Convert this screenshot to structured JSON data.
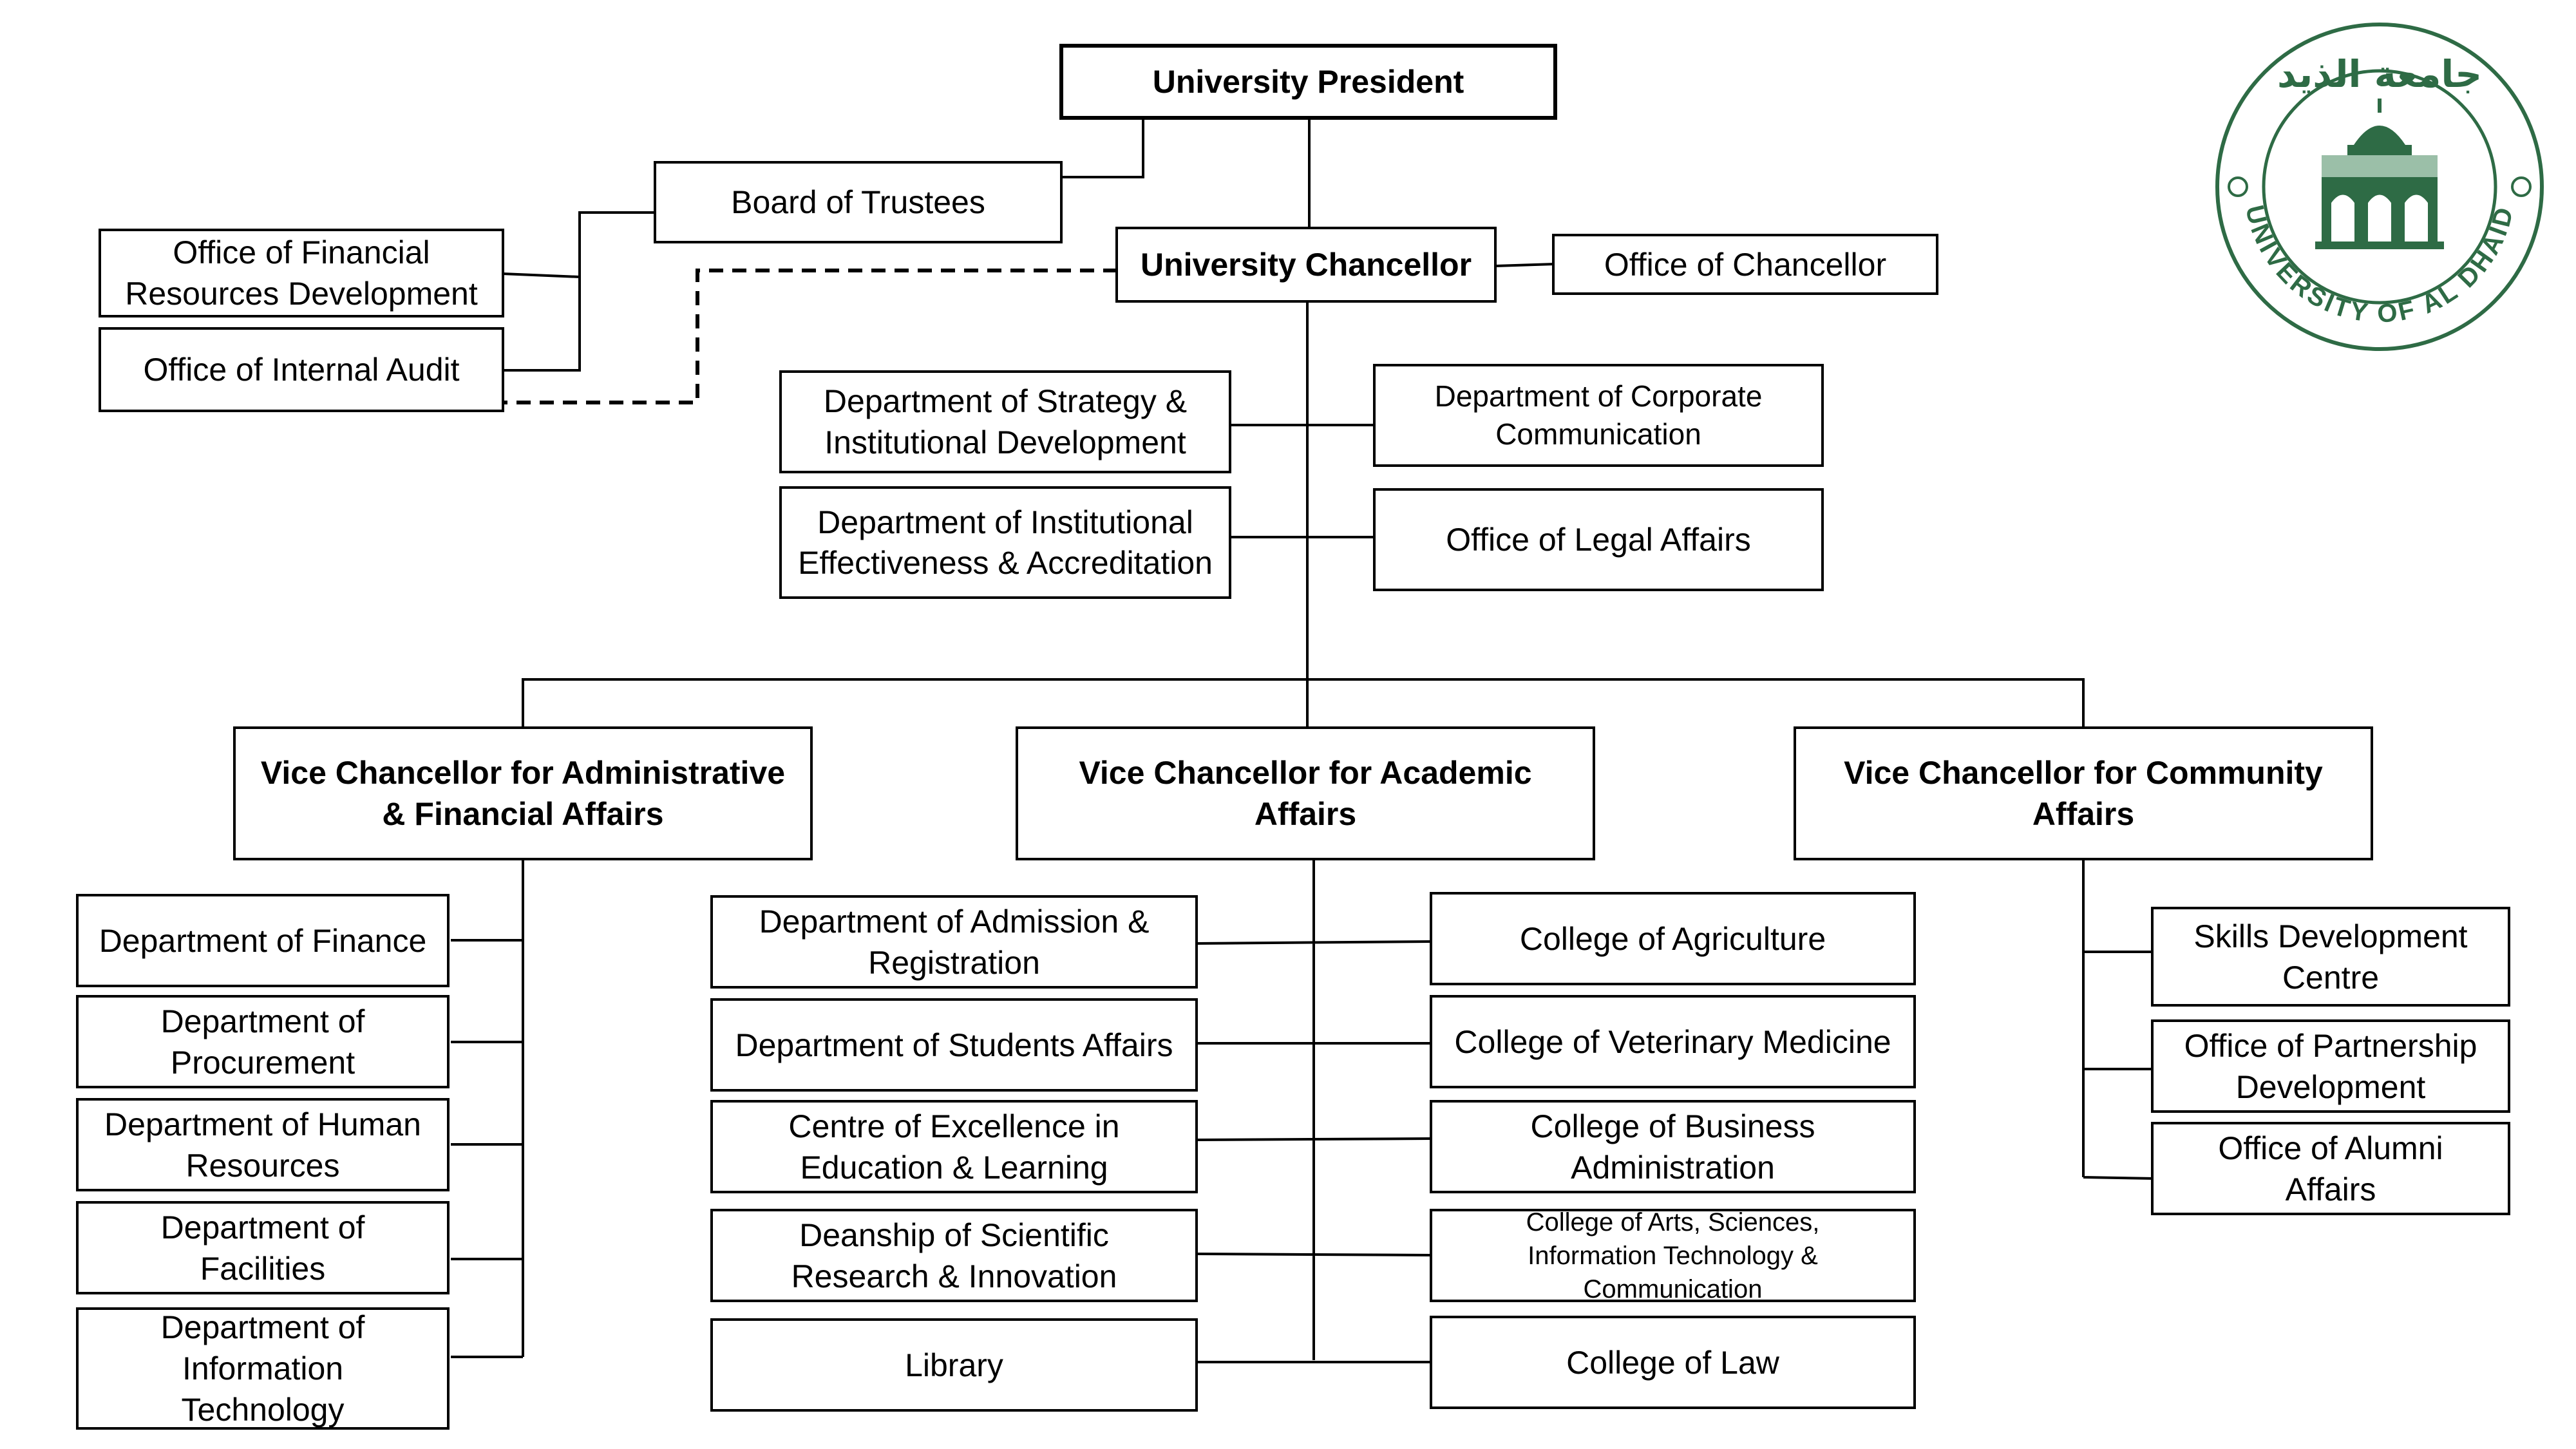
{
  "colors": {
    "line": "#000000",
    "logo_green": "#2e6b45"
  },
  "logo": {
    "text": "UNIVERSITY OF AL DHAID",
    "arabic": "جامعة الذيد"
  },
  "boxes": {
    "president": "University President",
    "board": "Board of Trustees",
    "chancellor": "University Chancellor",
    "office_chancellor": "Office of Chancellor",
    "office_financial": "Office of Financial Resources Development",
    "internal_audit": "Office of Internal Audit",
    "strategy": "Department of Strategy & Institutional Development",
    "corporate": "Department of Corporate Communication",
    "effectiveness": "Department of Institutional Effectiveness & Accreditation",
    "legal": "Office of Legal Affairs",
    "vc_admin": "Vice Chancellor for Administrative & Financial Affairs",
    "vc_academic": "Vice Chancellor for Academic Affairs",
    "vc_community": "Vice Chancellor for Community Affairs",
    "finance": "Department of Finance",
    "procurement": "Department of Procurement",
    "hr": "Department of Human Resources",
    "facilities": "Department of Facilities",
    "it": "Department of Information Technology",
    "admission": "Department of Admission & Registration",
    "students": "Department of Students Affairs",
    "excellence": "Centre of Excellence in Education & Learning",
    "research": "Deanship of Scientific Research & Innovation",
    "library": "Library",
    "agriculture": "College of Agriculture",
    "veterinary": "College of Veterinary Medicine",
    "business": "College of Business Administration",
    "arts": "College of Arts, Sciences, Information Technology & Communication",
    "law": "College of Law",
    "skills": "Skills Development Centre",
    "partnership": "Office of Partnership Development",
    "alumni": "Office of Alumni Affairs"
  }
}
